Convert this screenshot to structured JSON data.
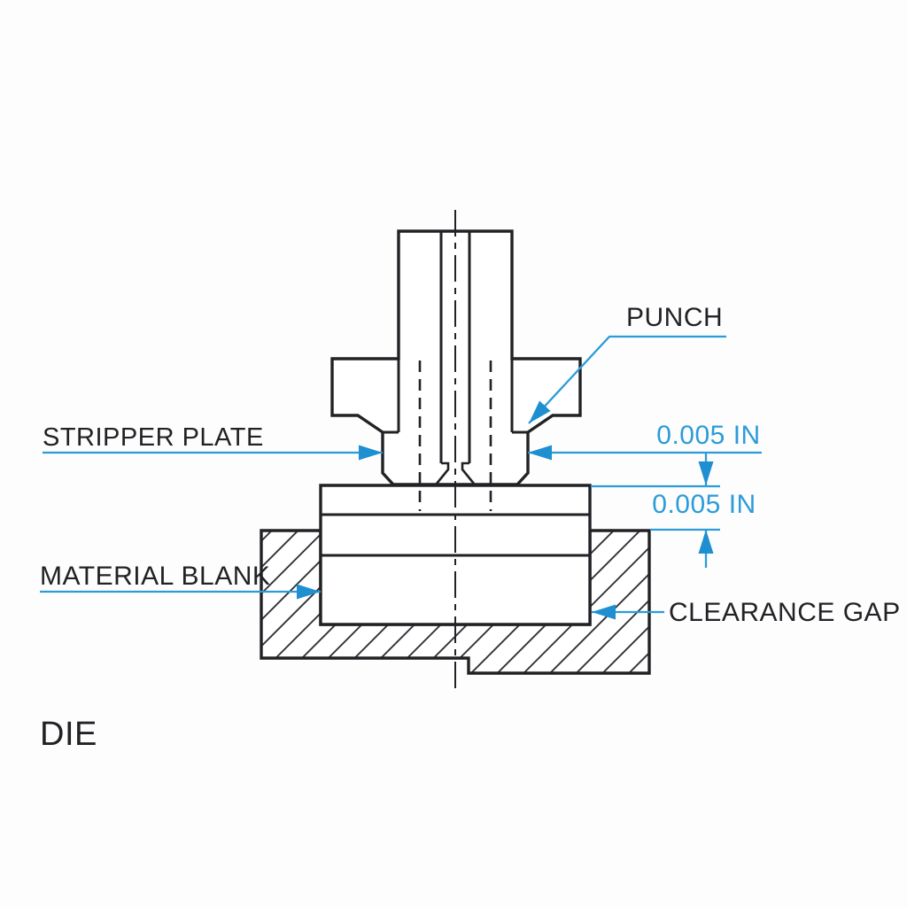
{
  "colors": {
    "annotation_blue": "#2b9cd8",
    "arrow_blue": "#1e8fd0",
    "drawing_black": "#212225",
    "background": "#fdfdfd"
  },
  "labels": {
    "punch": "PUNCH",
    "stripper_plate": "STRIPPER PLATE",
    "material_blank": "MATERIAL BLANK",
    "clearance_gap": "CLEARANCE GAP",
    "die": "DIE"
  },
  "dimensions": {
    "stripper_clearance": "0.005 IN",
    "die_clearance": "0.005 IN"
  }
}
